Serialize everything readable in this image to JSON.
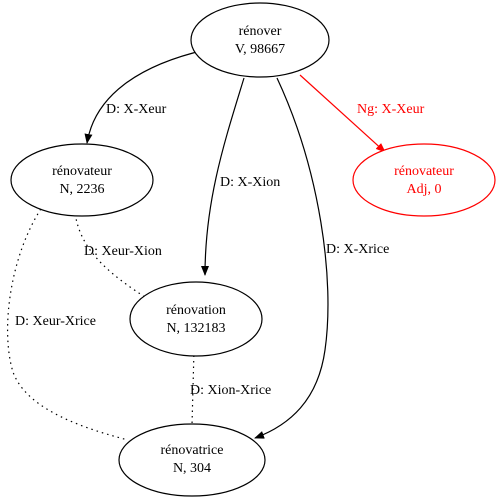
{
  "colors": {
    "default": "#000000",
    "highlight": "#ff0000"
  },
  "nodes": {
    "renover": {
      "word": "rénover",
      "info": "V, 98667",
      "color": "#000000"
    },
    "renovateur_n": {
      "word": "rénovateur",
      "info": "N, 2236",
      "color": "#000000"
    },
    "renovateur_adj": {
      "word": "rénovateur",
      "info": "Adj, 0",
      "color": "#ff0000"
    },
    "renovation": {
      "word": "rénovation",
      "info": "N, 132183",
      "color": "#000000"
    },
    "renovatrice": {
      "word": "rénovatrice",
      "info": "N, 304",
      "color": "#000000"
    }
  },
  "edges": {
    "renover_renovateur_n": {
      "label": "D: X-Xeur",
      "style": "solid",
      "color": "#000000"
    },
    "renover_renovateur_adj": {
      "label": "Ng: X-Xeur",
      "style": "solid",
      "color": "#ff0000"
    },
    "renover_renovation": {
      "label": "D: X-Xion",
      "style": "solid",
      "color": "#000000"
    },
    "renover_renovatrice": {
      "label": "D: X-Xrice",
      "style": "solid",
      "color": "#000000"
    },
    "renovateur_n_renovation": {
      "label": "D: Xeur-Xion",
      "style": "dotted",
      "color": "#000000"
    },
    "renovateur_n_renovatrice": {
      "label": "D: Xeur-Xrice",
      "style": "dotted",
      "color": "#000000"
    },
    "renovation_renovatrice": {
      "label": "D: Xion-Xrice",
      "style": "dotted",
      "color": "#000000"
    }
  }
}
